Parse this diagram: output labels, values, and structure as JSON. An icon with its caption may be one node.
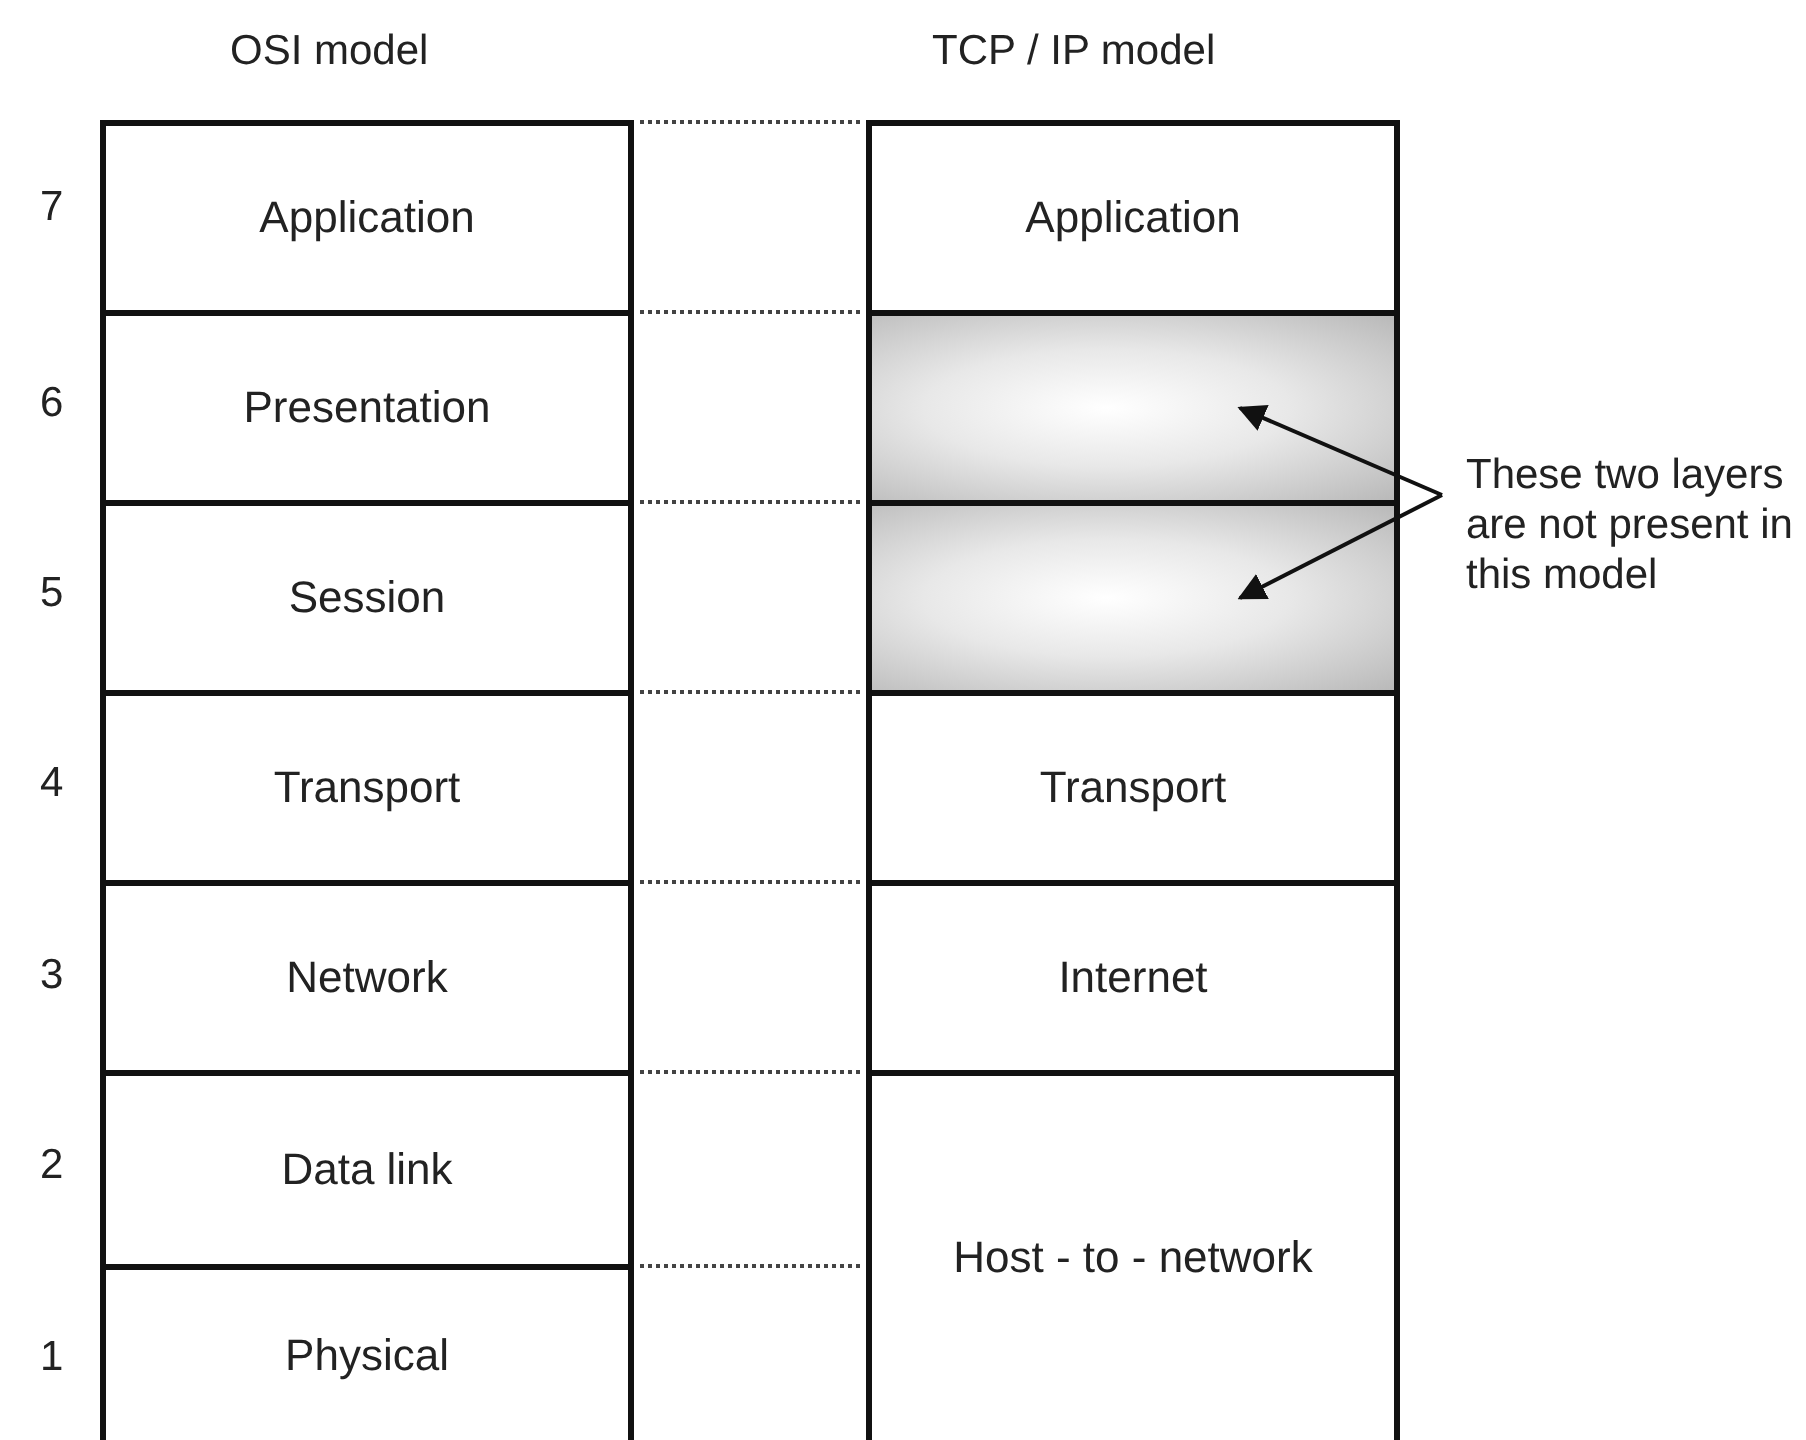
{
  "diagram": {
    "nodes": [
      {
        "text": [
          "Application"
        ]
      },
      {
        "text": [
          "Presentation"
        ]
      },
      {
        "text": [
          "Session"
        ]
      },
      {
        "text": [
          "Transport"
        ]
      },
      {
        "text": [
          "Network"
        ]
      },
      {
        "text": [
          "Data link"
        ]
      },
      {
        "text": [
          "Physical"
        ]
      },
      {
        "text": [
          "Application"
        ]
      },
      {
        "text": [],
        "shape": "box"
      },
      {
        "text": [],
        "shape": "box"
      },
      {
        "text": [
          "Transport"
        ]
      },
      {
        "text": [
          "Internet"
        ]
      },
      {
        "text": [
          "Host - to - network"
        ]
      },
      {
        "text": [
          "These two layers are not present in this model"
        ]
      }
    ],
    "edges": [
      {
        "from": 13,
        "to": 8,
        "arrow": "to"
      },
      {
        "from": 13,
        "to": 9,
        "arrow": "to"
      }
    ],
    "labels": [
      "OSI model",
      "TCP / IP model",
      "7",
      "6",
      "5",
      "4",
      "3",
      "2",
      "1"
    ]
  }
}
